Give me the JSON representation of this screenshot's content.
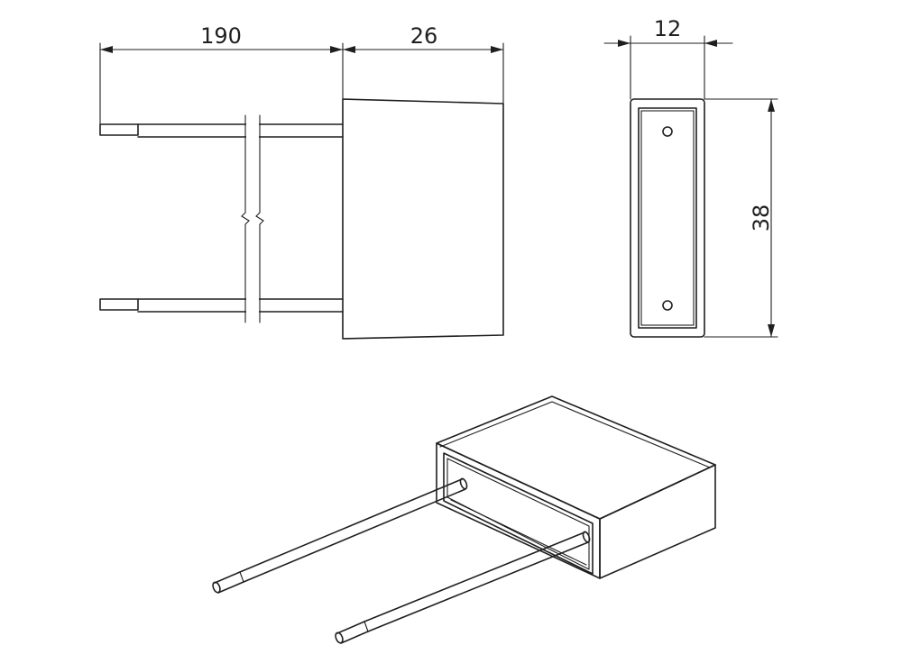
{
  "dimensions": {
    "lead_length": "190",
    "body_length": "26",
    "body_thickness": "12",
    "body_height": "38"
  },
  "colors": {
    "line": "#1f1f1f",
    "background": "#ffffff"
  }
}
